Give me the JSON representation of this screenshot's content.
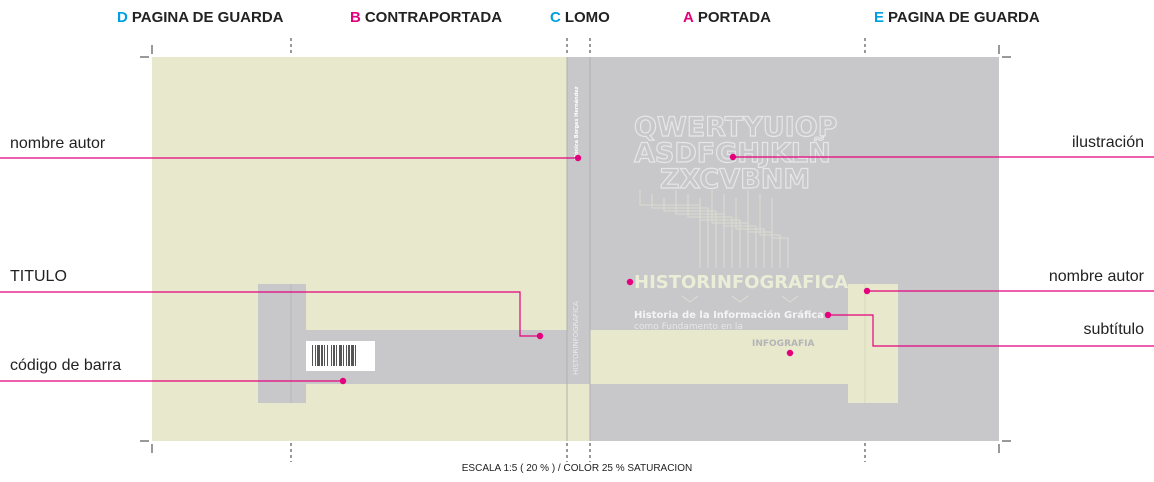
{
  "colors": {
    "beige": "#e8e8cc",
    "gray": "#c8c8cb",
    "magenta": "#e4007c",
    "cyan": "#00a0e0"
  },
  "headers": [
    {
      "letter": "D",
      "text": "PAGINA DE GUARDA",
      "color": "#00a0e0"
    },
    {
      "letter": "B",
      "text": "CONTRAPORTADA",
      "color": "#e4007c"
    },
    {
      "letter": "C",
      "text": "LOMO",
      "color": "#00a0e0"
    },
    {
      "letter": "A",
      "text": "PORTADA",
      "color": "#e4007c"
    },
    {
      "letter": "E",
      "text": "PAGINA DE GUARDA",
      "color": "#00a0e0"
    }
  ],
  "labels": {
    "left_author": "nombre autor",
    "title": "TITULO",
    "barcode": "código de barra",
    "illustration": "ilustración",
    "right_author": "nombre autor",
    "subtitle": "subtítulo"
  },
  "cover": {
    "keyboard_rows": [
      "QWERTYUIOP",
      "ASDFGHJKLÑ",
      "ZXCVBNM"
    ],
    "title": "HISTORINFOGRAFICA",
    "subtitle_line1": "Historia de la Información Gráfica",
    "subtitle_line2": "como Fundamento en la",
    "subtitle_line3": "INFOGRAFIA",
    "spine_author": "Mónica Borges Hernández",
    "spine_title": "HISTORINFOGRAFICA"
  },
  "footer": "ESCALA 1:5  ( 20 % )  /  COLOR  25 %  SATURACION"
}
